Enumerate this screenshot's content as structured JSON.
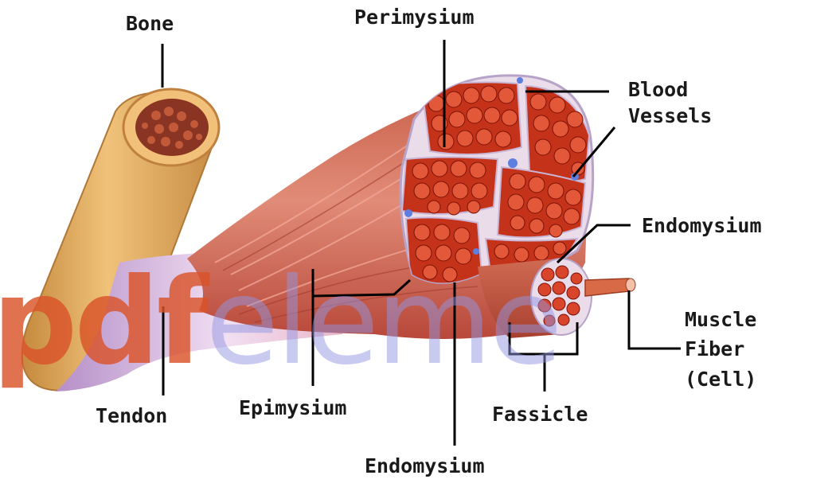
{
  "labels": {
    "bone": "Bone",
    "perimysium": "Perimysium",
    "blood_vessels_line1": "Blood",
    "blood_vessels_line2": "Vessels",
    "endomysium_right": "Endomysium",
    "muscle_fiber_line1": "Muscle",
    "muscle_fiber_line2": "Fiber",
    "muscle_fiber_line3": "(Cell)",
    "tendon": "Tendon",
    "epimysium": "Epimysium",
    "fassicle": "Fassicle",
    "endomysium_bottom": "Endomysium"
  },
  "watermark": {
    "part1": "pdf",
    "part2": "eleme"
  },
  "colors": {
    "bone": "#e0a75a",
    "marrow": "#8a3424",
    "muscle": "#d9735f",
    "muscle_dark": "#b9473a",
    "fascicle_fill": "#c02d18",
    "perimysium": "#e8dbe8",
    "tendon": "#d9b8e0",
    "blood_vessel": "#6b86e0",
    "leader_line": "#000000"
  }
}
